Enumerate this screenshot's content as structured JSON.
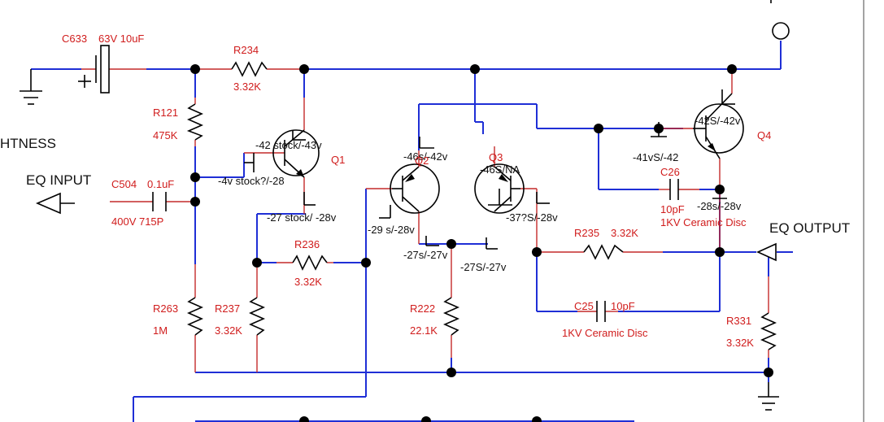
{
  "labels": {
    "c633": "C633",
    "c633_value": "63V 10uF",
    "r234": "R234",
    "r234_value": "3.32K",
    "r121": "R121",
    "r121_value": "475K",
    "brightness_partial": "HTNESS",
    "eq_input": "EQ INPUT",
    "c504": "C504",
    "c504_value": "0.1uF",
    "c504_rating": "400V 715P",
    "q1_emitter_v": "-42 stock/-43v",
    "q1": "Q1",
    "q1_base_v": "-4v stock?/-28",
    "q1_collector_v": "-27 stock/ -28v",
    "r236": "R236",
    "r236_value": "3.32K",
    "r263": "R263",
    "r263_value": "1M",
    "r237": "R237",
    "r237_value": "3.32K",
    "q2_top_v": "-46s/-42v",
    "q2": "Q2",
    "q2_left_v": "-29 s/-28v",
    "q2_bottom_v": "-27s/-27v",
    "q3": "Q3",
    "q3_top_v": "-46S/NA",
    "q3_right_v": "-37?S/-28v",
    "q3_bottom_v": "-27S/-27v",
    "r222": "R222",
    "r222_value": "22.1K",
    "r235": "R235",
    "r235_value": "3.32K",
    "c25": "C25",
    "c25_value": "10pF",
    "c25_rating": "1KV Ceramic Disc",
    "q4_emitter_v": "-42S/-42v",
    "q4": "Q4",
    "q4_base_v": "-41vS/-42",
    "c26": "C26",
    "c26_value": "10pF",
    "c26_rating": "1KV Ceramic Disc",
    "q4_collector_v": "-28s/-28v",
    "eq_output": "EQ OUTPUT",
    "r331": "R331",
    "r331_value": "3.32K"
  },
  "colors": {
    "wire": "#1f2fd6",
    "lead": "#c42a2a",
    "label": "#d01c1c",
    "component": "#000000"
  }
}
